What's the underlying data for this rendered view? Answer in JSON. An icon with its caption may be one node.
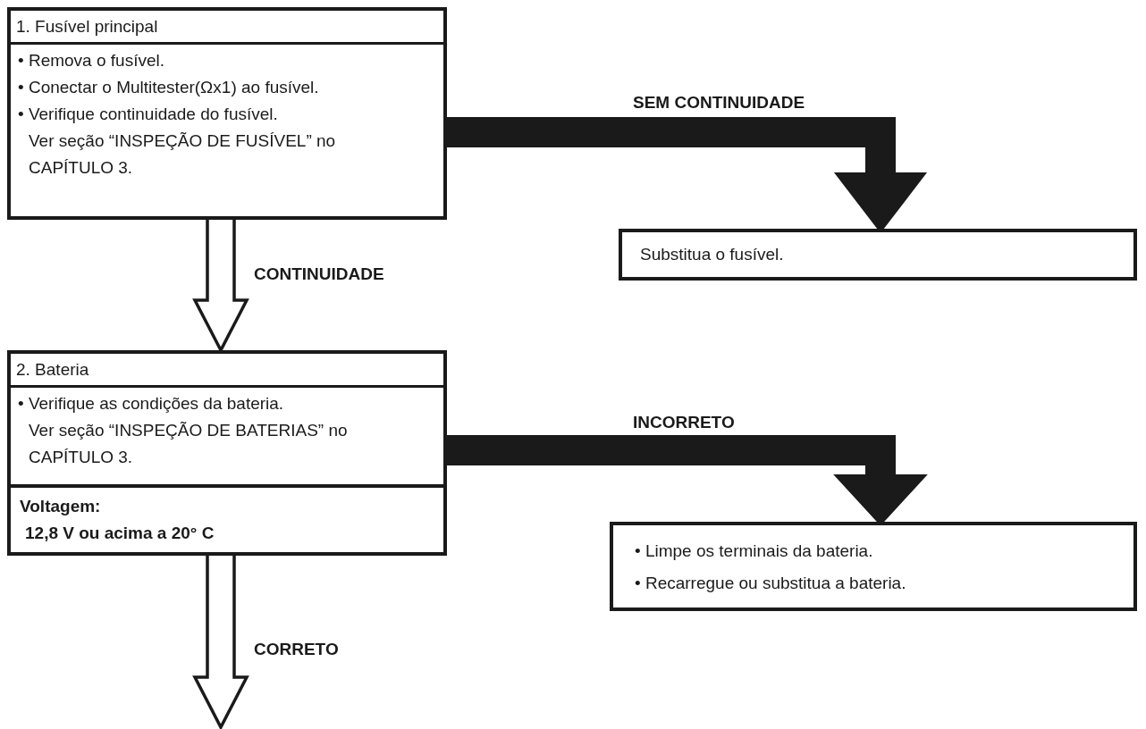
{
  "diagram": {
    "nodes": [
      {
        "text": [
          "1. Fusível principal",
          "• Remova o fusível.",
          "• Conectar o Multitester(Ωx1) ao fusível.",
          "• Verifique continuidade do fusível.",
          "Ver seção “INSPEÇÃO DE FUSÍVEL” no CAPÍTULO 3."
        ]
      },
      {
        "text": [
          "Substitua o fusível."
        ]
      },
      {
        "text": [
          "2. Bateria",
          "• Verifique as condições da bateria.",
          "Ver seção “INSPEÇÃO DE BATERIAS” no CAPÍTULO 3.",
          "Voltagem:",
          "12,8 V ou acima a 20° C"
        ]
      },
      {
        "text": [
          "• Limpe os terminais da bateria.",
          "• Recarregue ou substitua a bateria."
        ]
      }
    ],
    "edges": [
      {
        "from": 0,
        "to": 1,
        "arrow": "to",
        "label": "SEM CONTINUIDADE",
        "style": "thick"
      },
      {
        "from": 0,
        "to": 2,
        "arrow": "to",
        "label": "CONTINUIDADE"
      },
      {
        "from": 2,
        "to": 3,
        "arrow": "to",
        "label": "INCORRETO",
        "style": "thick"
      },
      {
        "from": 2,
        "to": null,
        "arrow": "to",
        "label": "CORRETO"
      }
    ]
  }
}
